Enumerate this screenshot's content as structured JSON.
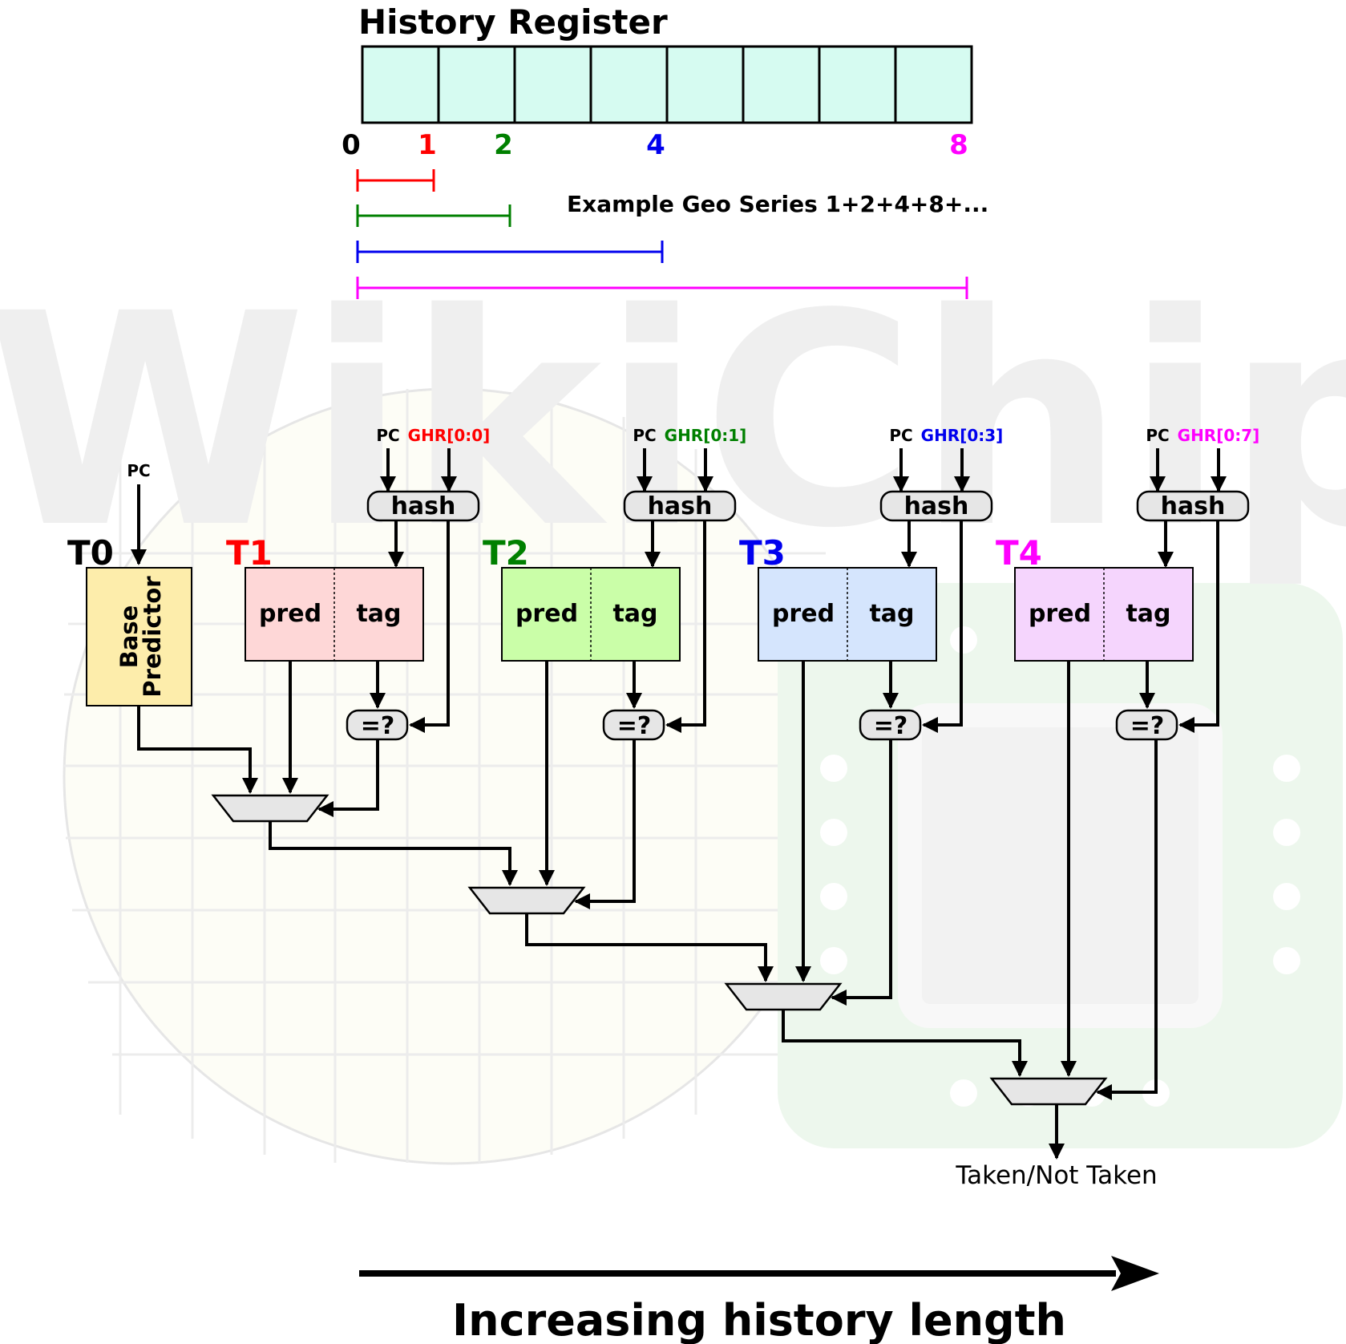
{
  "history_register": {
    "title": "History Register",
    "cell_count": 8,
    "cell_color": "#d6fbf1",
    "indices": [
      {
        "text": "0",
        "color": "#000000"
      },
      {
        "text": "1",
        "color": "#ff0000"
      },
      {
        "text": "2",
        "color": "#008000"
      },
      {
        "text": "4",
        "color": "#0000ee"
      },
      {
        "text": "8",
        "color": "#ff00ff"
      }
    ],
    "series_caption": "Example Geo Series 1+2+4+8+..."
  },
  "watermark": "WikiChip",
  "base_table": {
    "name": "T0",
    "input_label": "PC",
    "label_line1": "Base",
    "label_line2": "Predictor",
    "fill": "#fdedab"
  },
  "tables": [
    {
      "name": "T1",
      "color": "#ff0000",
      "fill": "#fed7d7",
      "pc_label": "PC",
      "ghr_label": "GHR[0:0]",
      "hash_label": "hash",
      "pred_label": "pred",
      "tag_label": "tag",
      "compare_label": "=?"
    },
    {
      "name": "T2",
      "color": "#008000",
      "fill": "#cafea8",
      "pc_label": "PC",
      "ghr_label": "GHR[0:1]",
      "hash_label": "hash",
      "pred_label": "pred",
      "tag_label": "tag",
      "compare_label": "=?"
    },
    {
      "name": "T3",
      "color": "#0000ee",
      "fill": "#d5e5fd",
      "pc_label": "PC",
      "ghr_label": "GHR[0:3]",
      "hash_label": "hash",
      "pred_label": "pred",
      "tag_label": "tag",
      "compare_label": "=?"
    },
    {
      "name": "T4",
      "color": "#ff00ff",
      "fill": "#f5d5fd",
      "pc_label": "PC",
      "ghr_label": "GHR[0:7]",
      "hash_label": "hash",
      "pred_label": "pred",
      "tag_label": "tag",
      "compare_label": "=?"
    }
  ],
  "output_label": "Taken/Not Taken",
  "footer_label": "Increasing history length"
}
